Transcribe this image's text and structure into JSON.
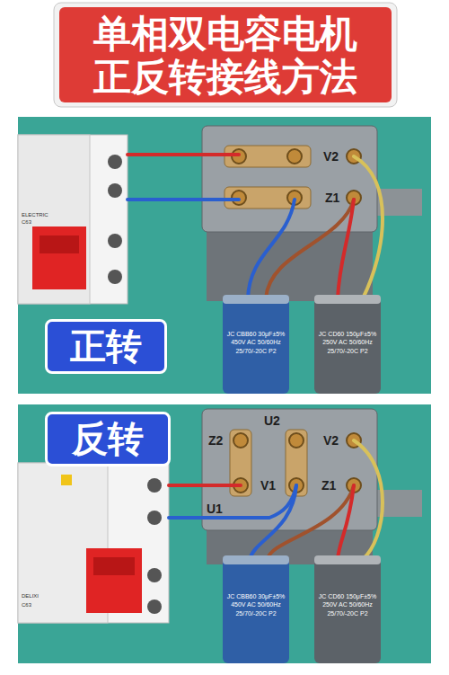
{
  "diagram": {
    "title": "单相双电容电机 正反转接线方法",
    "nodes": [
      {
        "text": [
          "正转"
        ]
      },
      {
        "text": [
          "JC CBB60 30μF±5% 450V AC 50/60Hz 25/70/-20C P2"
        ]
      },
      {
        "text": [
          "JC CD60 150μF±5% 250V AC 50/60Hz 25/70/-20C P2"
        ]
      },
      {
        "text": [
          "反转"
        ]
      },
      {
        "text": [
          "JC CBB60 30μF±5% 450V AC 50/60Hz 25/70/-20C P2"
        ]
      },
      {
        "text": [
          "JC CD60 150μF±5% 250V AC 50/60Hz 25/70/-20C P2"
        ]
      }
    ],
    "labels": [
      "V2",
      "Z1",
      "ELECTRIC",
      "C63",
      "Z2",
      "U2",
      "V2",
      "U1",
      "V1",
      "Z1",
      "DELIXI",
      "C63"
    ]
  }
}
